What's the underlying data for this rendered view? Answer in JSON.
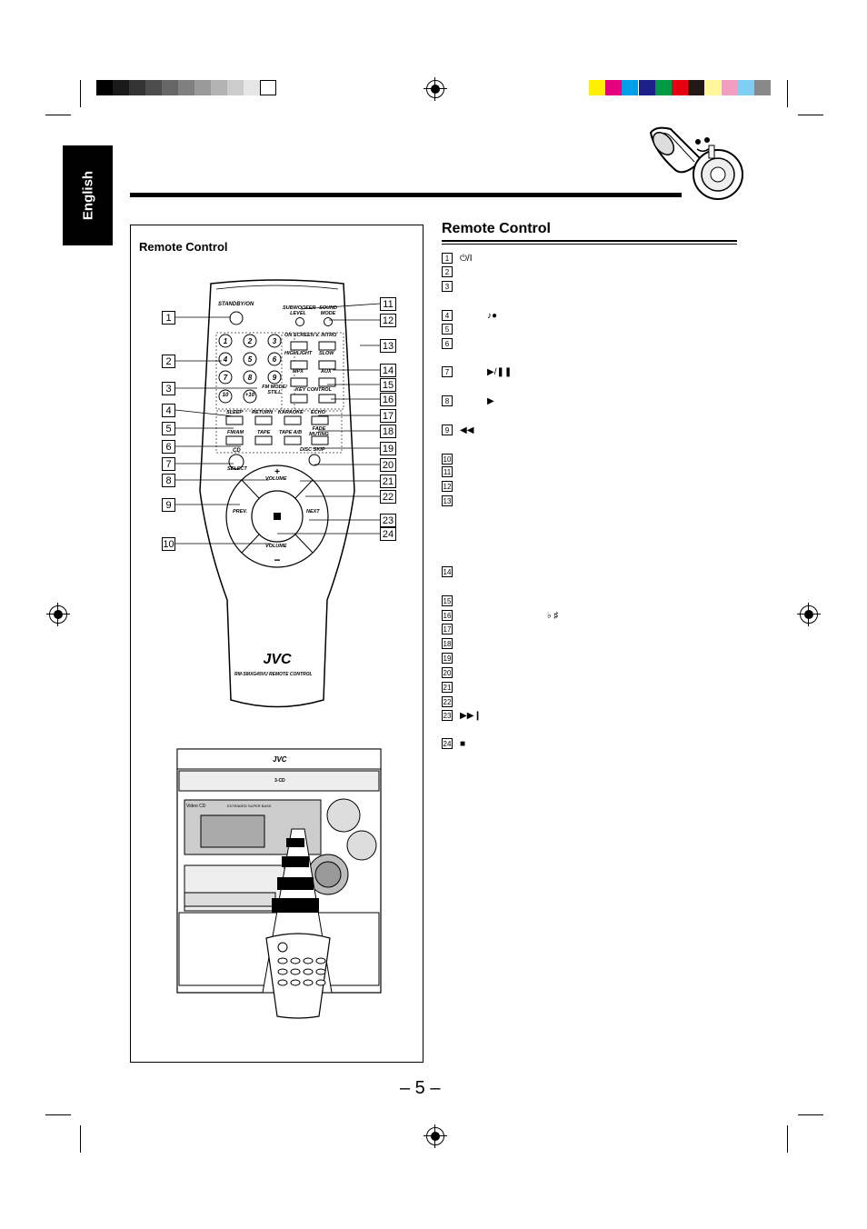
{
  "sidebar_tab": "English",
  "left_panel": {
    "title": "Remote Control"
  },
  "right_panel": {
    "title": "Remote Control"
  },
  "page_number": "– 5 –",
  "remote": {
    "brand": "JVC",
    "model": "RM-SMXG45VU REMOTE CONTROL",
    "standby": "STANDBY/ON",
    "subwoofer": "SUBWOOFER LEVEL",
    "sound_mode": "SOUND MODE",
    "on_screen": "ON SCREEN",
    "v_intro": "V. INTRO",
    "highlight": "HIGHLIGHT",
    "slow": "SLOW",
    "mpx": "MPX",
    "aux": "AUX",
    "fm_mode": "FM MODE/ STILL",
    "key_control": "KEY CONTROL",
    "sleep": "SLEEP",
    "return": "RETURN",
    "karaoke": "KARAOKE",
    "echo": "ECHO",
    "fm_am": "FM/AM",
    "tape": "TAPE",
    "tape_ab": "TAPE A/B",
    "fade_muting": "FADE MUTING",
    "cd": "CD",
    "select": "SELECT",
    "disc_skip": "DISC SKIP",
    "volume_up": "VOLUME",
    "volume_down": "VOLUME",
    "prev": "PREV.",
    "next": "NEXT",
    "digits": [
      "1",
      "2",
      "3",
      "4",
      "5",
      "6",
      "7",
      "8",
      "9",
      "10",
      "+10"
    ]
  },
  "unit": {
    "brand": "JVC",
    "cd_logo": "3-CD",
    "display": "EXTENDED SUPER BASS",
    "badge": "Video CD"
  },
  "items": [
    {
      "n": "1",
      "sym": "⏻/I"
    },
    {
      "n": "2",
      "sym": ""
    },
    {
      "n": "3",
      "sym": ""
    },
    {
      "n": "4",
      "sym": "♪●"
    },
    {
      "n": "5",
      "sym": ""
    },
    {
      "n": "6",
      "sym": ""
    },
    {
      "n": "7",
      "sym": "▶/❚❚"
    },
    {
      "n": "8",
      "sym": "▶"
    },
    {
      "n": "9",
      "sym": "◀◀"
    },
    {
      "n": "10",
      "sym": ""
    },
    {
      "n": "11",
      "sym": ""
    },
    {
      "n": "12",
      "sym": ""
    },
    {
      "n": "13",
      "sym": ""
    },
    {
      "n": "14",
      "sym": ""
    },
    {
      "n": "15",
      "sym": ""
    },
    {
      "n": "16",
      "sym": "♭  ♯"
    },
    {
      "n": "17",
      "sym": ""
    },
    {
      "n": "18",
      "sym": ""
    },
    {
      "n": "19",
      "sym": ""
    },
    {
      "n": "20",
      "sym": ""
    },
    {
      "n": "21",
      "sym": ""
    },
    {
      "n": "22",
      "sym": ""
    },
    {
      "n": "23",
      "sym": "▶▶❙"
    },
    {
      "n": "24",
      "sym": "■"
    }
  ],
  "gray_colors": [
    "#000000",
    "#1a1a1a",
    "#333333",
    "#4d4d4d",
    "#666666",
    "#808080",
    "#999999",
    "#b3b3b3",
    "#cccccc",
    "#e6e6e6",
    "#ffffff"
  ],
  "cmyk_colors": [
    "#ffee00",
    "#e4007f",
    "#00a0e9",
    "#1d2088",
    "#009944",
    "#e60012",
    "#231815",
    "#fff799",
    "#f19ec2",
    "#7ecef4",
    "#898989"
  ]
}
